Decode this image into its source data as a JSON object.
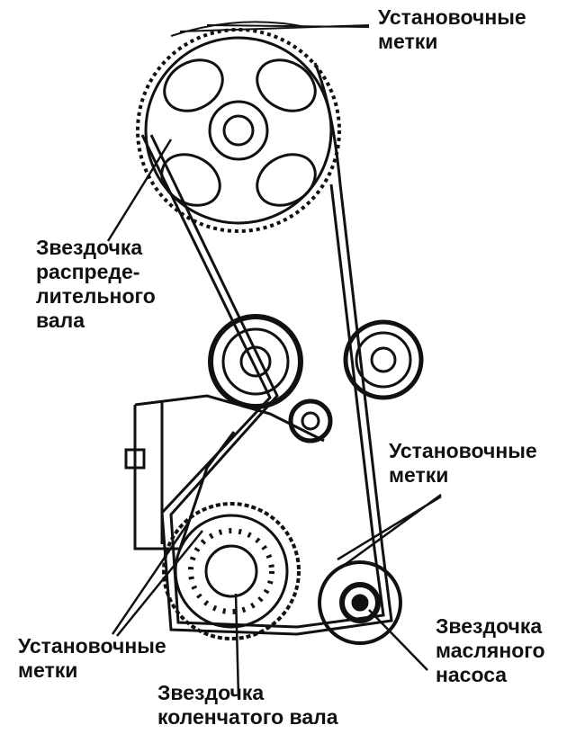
{
  "labels": {
    "top_marks": [
      "Установочные",
      "метки"
    ],
    "camshaft": [
      "Звездочка",
      "распреде-",
      "лительного",
      "вала"
    ],
    "right_marks": [
      "Установочные",
      "метки"
    ],
    "oil_pump": [
      "Звездочка",
      "масляного",
      "насоса"
    ],
    "left_marks": [
      "Установочные",
      "метки"
    ],
    "crankshaft": [
      "Звездочка",
      "коленчатого вала"
    ]
  },
  "colors": {
    "ink": "#111111",
    "paper": "#ffffff"
  }
}
